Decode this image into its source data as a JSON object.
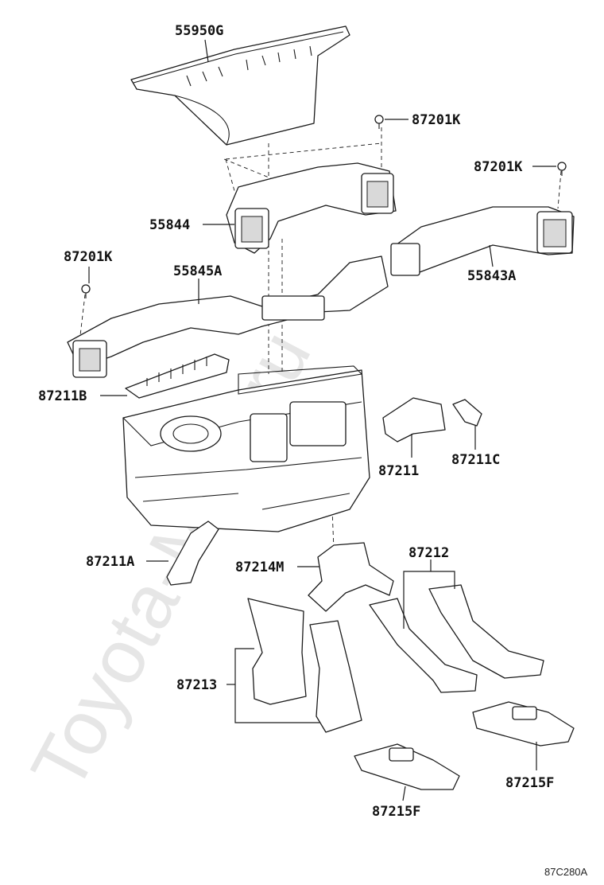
{
  "watermark": "Toyota-Mine.ru",
  "diagram_code": "87C280A",
  "parts": {
    "p55950G": "55950G",
    "p87201K_a": "87201K",
    "p87201K_b": "87201K",
    "p87201K_c": "87201K",
    "p55844": "55844",
    "p55843A": "55843A",
    "p55845A": "55845A",
    "p87211B": "87211B",
    "p87211": "87211",
    "p87211C": "87211C",
    "p87211A": "87211A",
    "p87214M": "87214M",
    "p87212": "87212",
    "p87213": "87213",
    "p87215F_a": "87215F",
    "p87215F_b": "87215F"
  }
}
